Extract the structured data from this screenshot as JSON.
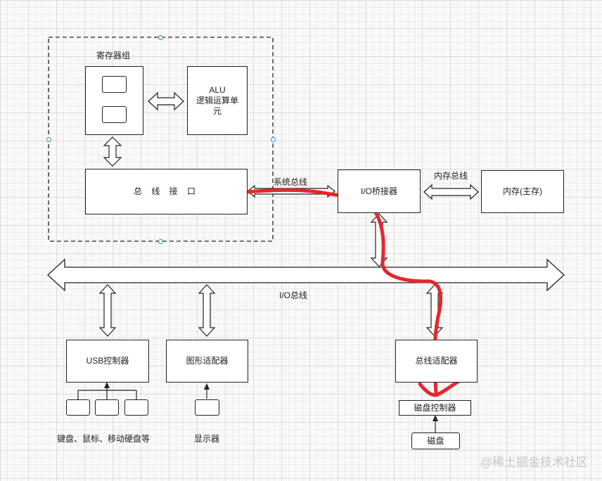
{
  "cpu": {
    "register_group_label": "寄存器组",
    "alu_line1": "ALU",
    "alu_line2": "逻辑运算单",
    "alu_line3": "元",
    "bus_interface": "总 线 接 口"
  },
  "system_bus_label": "系统总线",
  "io_bridge": "I/O桥接器",
  "memory_bus_label": "内存总线",
  "memory": "内存(主存)",
  "io_bus_label": "I/O总线",
  "usb_controller": "USB控制器",
  "graphics_adapter": "图形适配器",
  "bus_adapter": "总线适配器",
  "disk_controller": "磁盘控制器",
  "disk": "磁盘",
  "usb_devices_label": "键盘、鼠标、移动硬盘等",
  "display_label": "显示器",
  "watermark": "@稀土掘金技术社区",
  "colors": {
    "highlight_path": "#e8262a",
    "selection_handle": "#3a86c8",
    "stroke": "#222222"
  }
}
